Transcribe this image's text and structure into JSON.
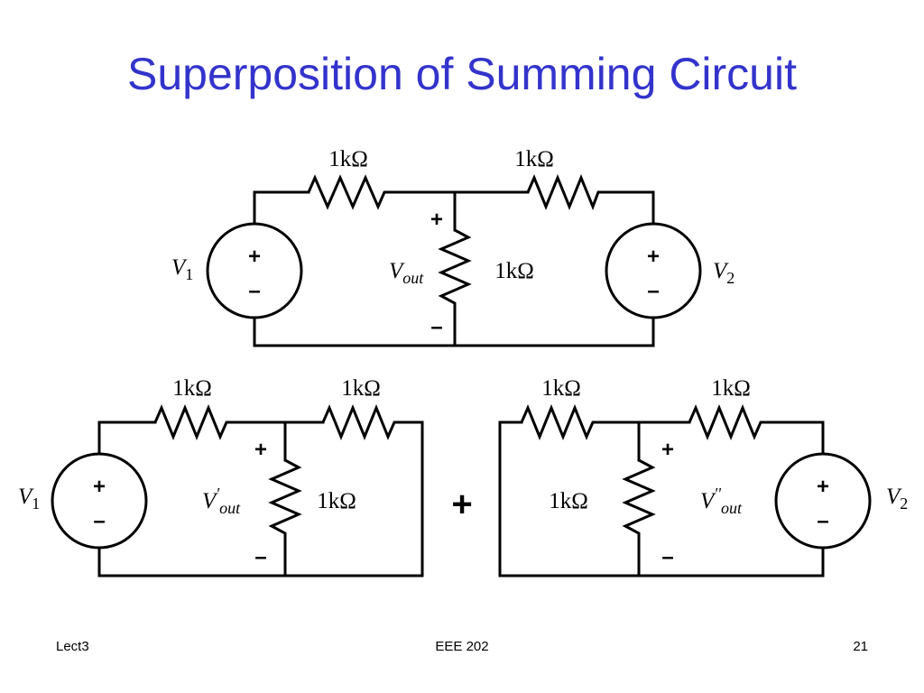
{
  "title": "Superposition of Summing Circuit",
  "circuit_top": {
    "r_left": "1kΩ",
    "r_right": "1kΩ",
    "r_mid": "1kΩ",
    "src_left_var": "V",
    "src_left_sub": "1",
    "src_right_var": "V",
    "src_right_sub": "2",
    "out_var": "V",
    "out_sub": "out",
    "plus": "+",
    "minus": "–"
  },
  "circuit_bottom_left": {
    "r_left": "1kΩ",
    "r_right": "1kΩ",
    "r_mid": "1kΩ",
    "src_var": "V",
    "src_sub": "1",
    "out_var": "V",
    "out_prime": "'",
    "out_sub": "out",
    "plus": "+",
    "minus": "–"
  },
  "circuit_bottom_right": {
    "r_left": "1kΩ",
    "r_right": "1kΩ",
    "r_mid": "1kΩ",
    "src_var": "V",
    "src_sub": "2",
    "out_var": "V",
    "out_prime": "''",
    "out_sub": "out",
    "plus": "+",
    "minus": "–"
  },
  "between_plus": "+",
  "footer": {
    "left": "Lect3",
    "center": "EEE 202",
    "right": "21"
  }
}
